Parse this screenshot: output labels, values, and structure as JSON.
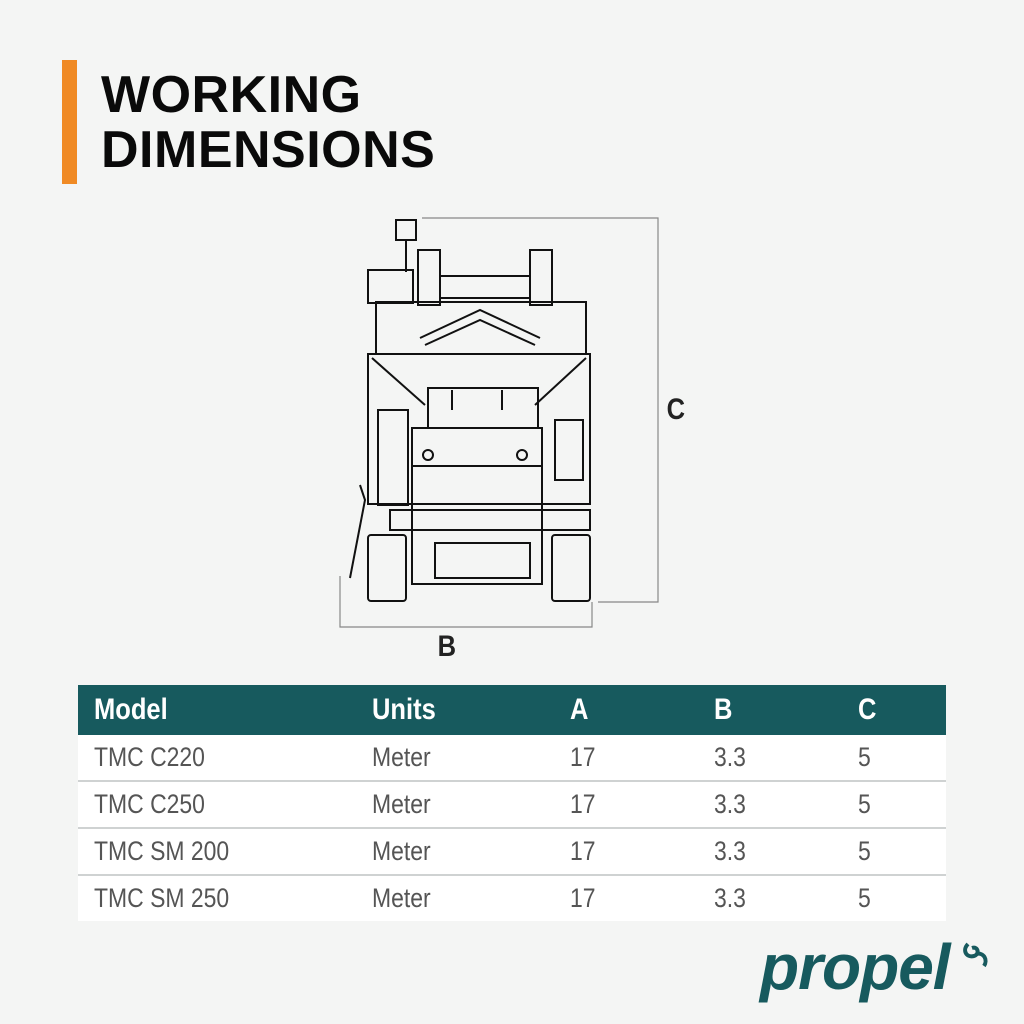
{
  "title": {
    "line1": "WORKING",
    "line2": "DIMENSIONS"
  },
  "colors": {
    "accent": "#f08a24",
    "teal": "#175a5e"
  },
  "diagram": {
    "label_b": "B",
    "label_c": "C"
  },
  "table": {
    "headers": [
      "Model",
      "Units",
      "A",
      "B",
      "C"
    ],
    "rows": [
      [
        "TMC C220",
        "Meter",
        "17",
        "3.3",
        "5"
      ],
      [
        "TMC C250",
        "Meter",
        "17",
        "3.3",
        "5"
      ],
      [
        "TMC SM 200",
        "Meter",
        "17",
        "3.3",
        "5"
      ],
      [
        "TMC SM 250",
        "Meter",
        "17",
        "3.3",
        "5"
      ]
    ]
  },
  "logo": {
    "text": "propel"
  }
}
